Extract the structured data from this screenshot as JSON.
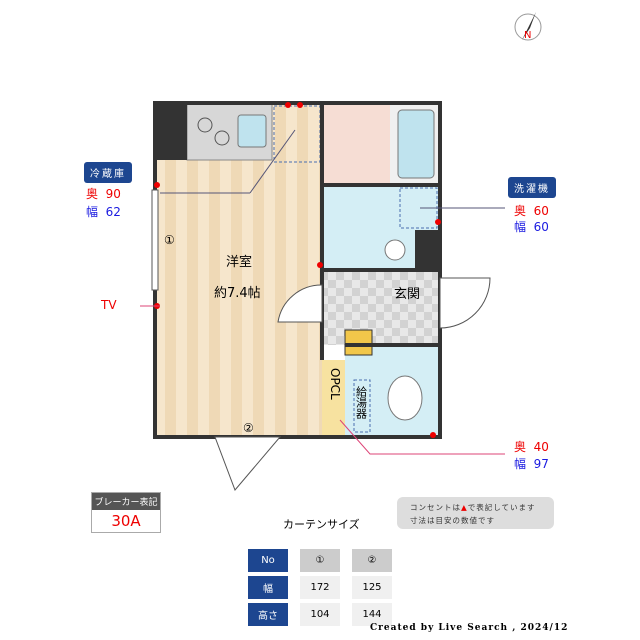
{
  "compass": {
    "label": "N"
  },
  "rooms": {
    "western": "洋室",
    "western_size": "約7.4帖",
    "entrance": "玄関",
    "closet": "OPCL",
    "water_heater": "給湯器",
    "window_1": "①",
    "window_2": "②"
  },
  "fridge": {
    "title": "冷蔵庫",
    "depth_label": "奥",
    "depth": "90",
    "width_label": "幅",
    "width": "62"
  },
  "washer": {
    "title": "洗濯機",
    "depth_label": "奥",
    "depth": "60",
    "width_label": "幅",
    "width": "60"
  },
  "tv": "TV",
  "unit_other": {
    "depth_label": "奥",
    "depth": "40",
    "width_label": "幅",
    "width": "97"
  },
  "breaker": {
    "title": "ブレーカー表記",
    "value": "30A"
  },
  "note": {
    "line1a": "コンセントは",
    "line1b": "で表記しています",
    "line2": "寸法は目安の数値です"
  },
  "curtain": {
    "title": "カーテンサイズ",
    "headers": [
      "No",
      "①",
      "②"
    ],
    "rows": [
      {
        "label": "幅",
        "values": [
          "172",
          "125"
        ]
      },
      {
        "label": "高さ",
        "values": [
          "104",
          "144"
        ]
      }
    ]
  },
  "credit": "Created by Live Search , 2024/12",
  "colors": {
    "accent": "#1d4690",
    "outlet": "#e00000"
  }
}
